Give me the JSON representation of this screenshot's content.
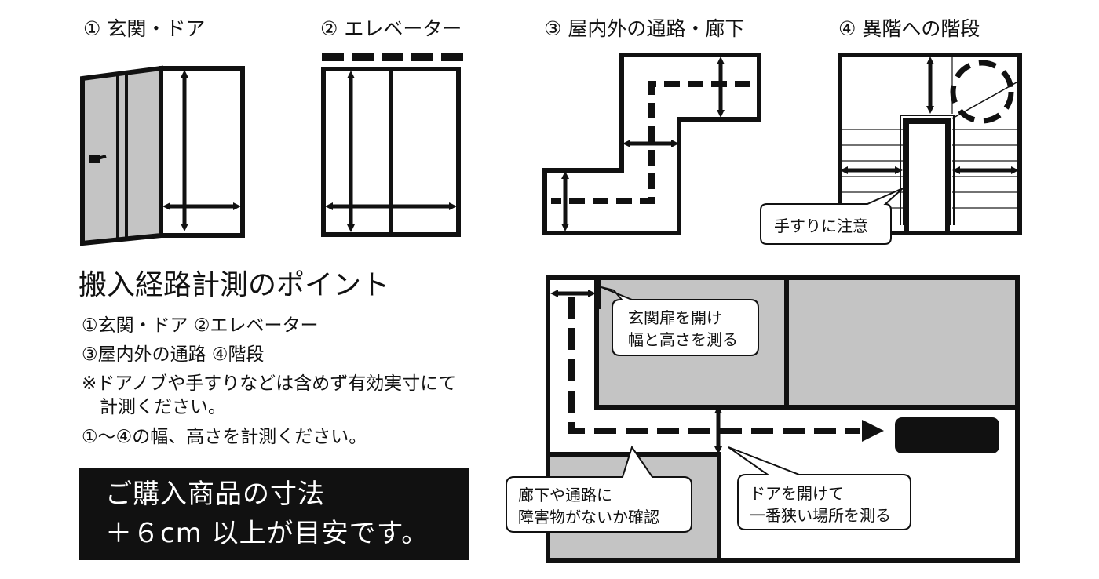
{
  "diagrams": [
    {
      "label": "① 玄関・ドア"
    },
    {
      "label": "② エレベーター"
    },
    {
      "label": "③ 屋内外の通路・廊下"
    },
    {
      "label": "④ 異階への階段"
    }
  ],
  "stairs_callout": "手すりに注意",
  "points": {
    "title": "搬入経路計測のポイント",
    "lines": [
      "①玄関・ドア ②エレベーター",
      "③屋内外の通路 ④階段",
      "※ドアノブや手すりなどは含めず有効実寸にて",
      "　計測ください。",
      "①～④の幅、高さを計測ください。"
    ]
  },
  "note": {
    "line1": "ご購入商品の寸法",
    "line2": "＋６cm 以上が目安です。"
  },
  "floorplan": {
    "callout_entrance": [
      "玄関扉を開け",
      "幅と高さを測る"
    ],
    "callout_corridor": [
      "廊下や通路に",
      "障害物がないか確認"
    ],
    "callout_door": [
      "ドアを開けて",
      "一番狭い場所を測る"
    ]
  },
  "colors": {
    "line": "#111111",
    "fill_gray": "#c4c4c4"
  }
}
